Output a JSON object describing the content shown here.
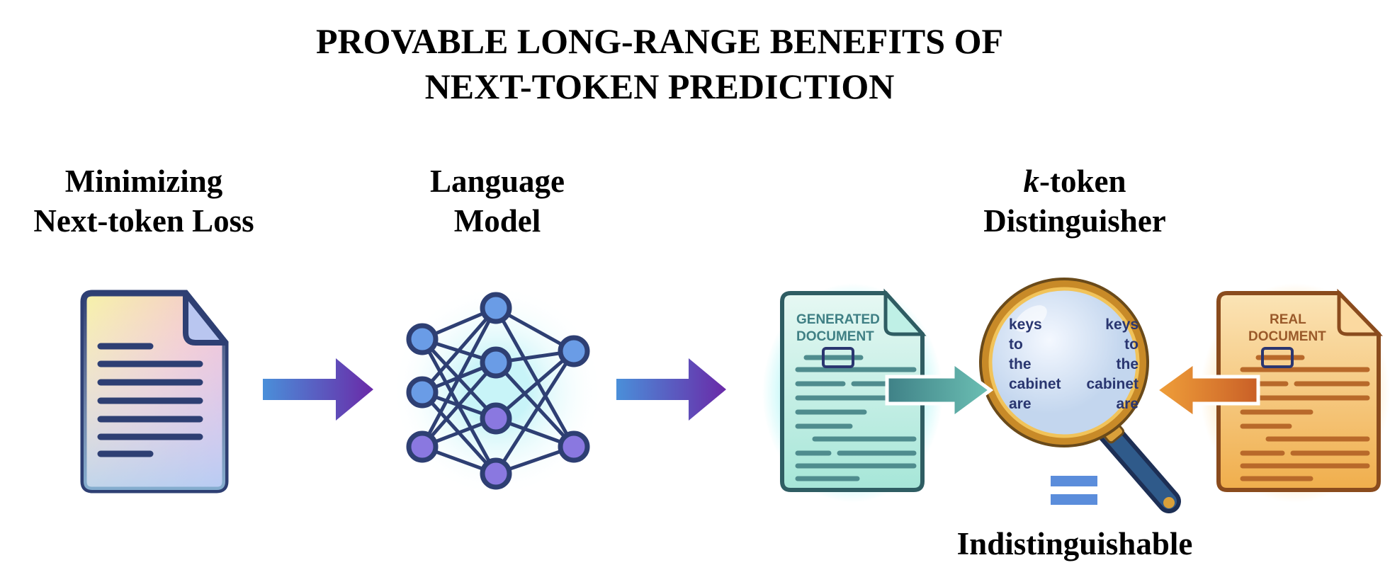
{
  "title": {
    "line1": "PROVABLE LONG-RANGE BENEFITS OF",
    "line2": "NEXT-TOKEN PREDICTION"
  },
  "stages": [
    {
      "line1": "Minimizing",
      "line2": "Next-token Loss",
      "icon": "document-icon"
    },
    {
      "line1": "Language",
      "line2": "Model",
      "icon": "neural-network-icon"
    },
    {
      "line1_italic": "k",
      "line1_rest": "-token",
      "line2": "Distinguisher",
      "icon": "magnifying-glass-icon"
    }
  ],
  "generated_doc": {
    "line1": "GENERATED",
    "line2": "DOCUMENT"
  },
  "real_doc": {
    "line1": "REAL",
    "line2": "DOCUMENT"
  },
  "lens_words_left": [
    "keys",
    "to",
    "the",
    "cabinet",
    "are"
  ],
  "lens_words_right": [
    "keys",
    "to",
    "the",
    "cabinet",
    "are"
  ],
  "result": "Indistinguishable",
  "colors": {
    "navy": "#2e3f73",
    "teal": "#4fa9a0",
    "orange": "#e0852d",
    "purple": "#6a2aa8",
    "blue": "#4a8fd9",
    "equals": "#5b8ddb"
  }
}
